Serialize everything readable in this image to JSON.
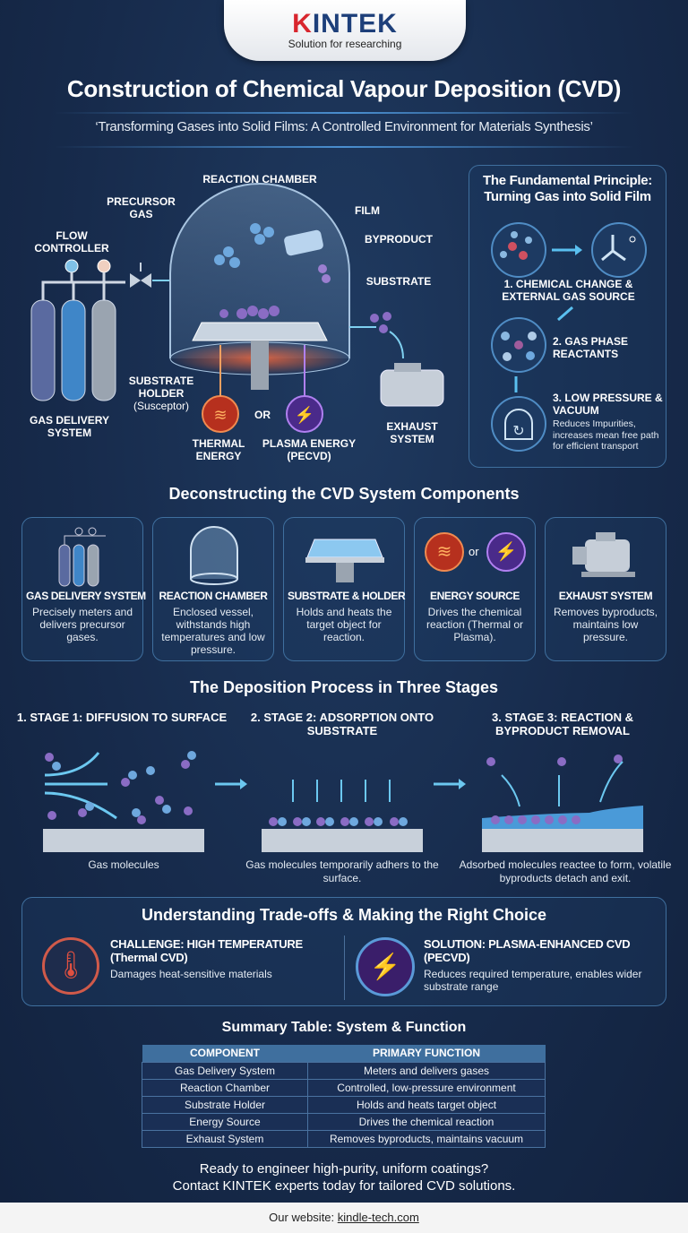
{
  "brand": {
    "name_first": "K",
    "name_rest": "INTEK",
    "tagline": "Solution for researching",
    "accent": "#d8262e",
    "primary": "#1d3f7a"
  },
  "header": {
    "title": "Construction of Chemical Vapour Deposition (CVD)",
    "subtitle": "‘Transforming Gases into Solid Films: A Controlled Environment for Materials Synthesis’"
  },
  "diagram": {
    "reaction_chamber": "REACTION CHAMBER",
    "precursor_gas": "PRECURSOR GAS",
    "flow_controller": "FLOW CONTROLLER",
    "film": "FILM",
    "byproduct": "BYPRODUCT",
    "substrate": "SUBSTRATE",
    "substrate_holder": "SUBSTRATE HOLDER",
    "susceptor": "(Susceptor)",
    "gas_delivery": "GAS DELIVERY SYSTEM",
    "thermal": "THERMAL ENERGY",
    "or": "OR",
    "plasma": "PLASMA ENERGY",
    "pecvd": "(PECVD)",
    "exhaust": "EXHAUST SYSTEM"
  },
  "principle": {
    "title": "The Fundamental Principle: Turning Gas into Solid Film",
    "step1": "1. CHEMICAL CHANGE & EXTERNAL GAS SOURCE",
    "step2": "2. GAS PHASE REACTANTS",
    "step3": "3. LOW PRESSURE & VACUUM",
    "step3_desc": "Reduces Impurities, increases mean free path for efficient transport"
  },
  "components": {
    "heading": "Deconstructing the CVD System Components",
    "or": "or",
    "items": [
      {
        "title": "GAS DELIVERY SYSTEM",
        "desc": "Precisely meters and delivers precursor gases.",
        "icon": "gas-cylinders-icon"
      },
      {
        "title": "REACTION CHAMBER",
        "desc": "Enclosed vessel, withstands high temperatures and low pressure.",
        "icon": "bell-jar-icon"
      },
      {
        "title": "SUBSTRATE & HOLDER",
        "desc": "Holds and heats the target object for reaction.",
        "icon": "substrate-holder-icon"
      },
      {
        "title": "ENERGY SOURCE",
        "desc": "Drives the chemical reaction (Thermal or Plasma).",
        "icon": "energy-source-icon"
      },
      {
        "title": "EXHAUST SYSTEM",
        "desc": "Removes byproducts, maintains low pressure.",
        "icon": "vacuum-pump-icon"
      }
    ]
  },
  "stages": {
    "heading": "The Deposition Process in Three Stages",
    "items": [
      {
        "title": "1. STAGE 1: DIFFUSION TO SURFACE",
        "caption": "Gas molecules"
      },
      {
        "title": "2. STAGE 2: ADSORPTION ONTO SUBSTRATE",
        "caption": "Gas molecules temporarily adhers to the surface."
      },
      {
        "title": "3. STAGE 3: REACTION & BYPRODUCT REMOVAL",
        "caption": "Adsorbed molecules reactee to form, volatile byproducts detach and exit."
      }
    ]
  },
  "tradeoffs": {
    "heading": "Understanding Trade-offs & Making the Right Choice",
    "challenge": {
      "title": "CHALLENGE: HIGH TEMPERATURE",
      "sub": "(Thermal CVD)",
      "desc": "Damages heat-sensitive materials"
    },
    "solution": {
      "title": "SOLUTION: PLASMA-ENHANCED CVD",
      "sub": "(PECVD)",
      "desc": "Reduces required temperature, enables wider substrate range"
    }
  },
  "summary": {
    "heading": "Summary Table: System & Function",
    "columns": [
      "COMPONENT",
      "PRIMARY FUNCTION"
    ],
    "rows": [
      [
        "Gas Delivery System",
        "Meters and delivers gases"
      ],
      [
        "Reaction Chamber",
        "Controlled, low-pressure environment"
      ],
      [
        "Substrate Holder",
        "Holds and heats target object"
      ],
      [
        "Energy Source",
        "Drives the chemical reaction"
      ],
      [
        "Exhaust System",
        "Removes byproducts, maintains vacuum"
      ]
    ]
  },
  "cta": {
    "line1": "Ready to engineer high-purity, uniform coatings?",
    "line2": "Contact KINTEK experts today for tailored CVD solutions."
  },
  "footer": {
    "label": "Our website: ",
    "link": "kindle-tech.com"
  }
}
